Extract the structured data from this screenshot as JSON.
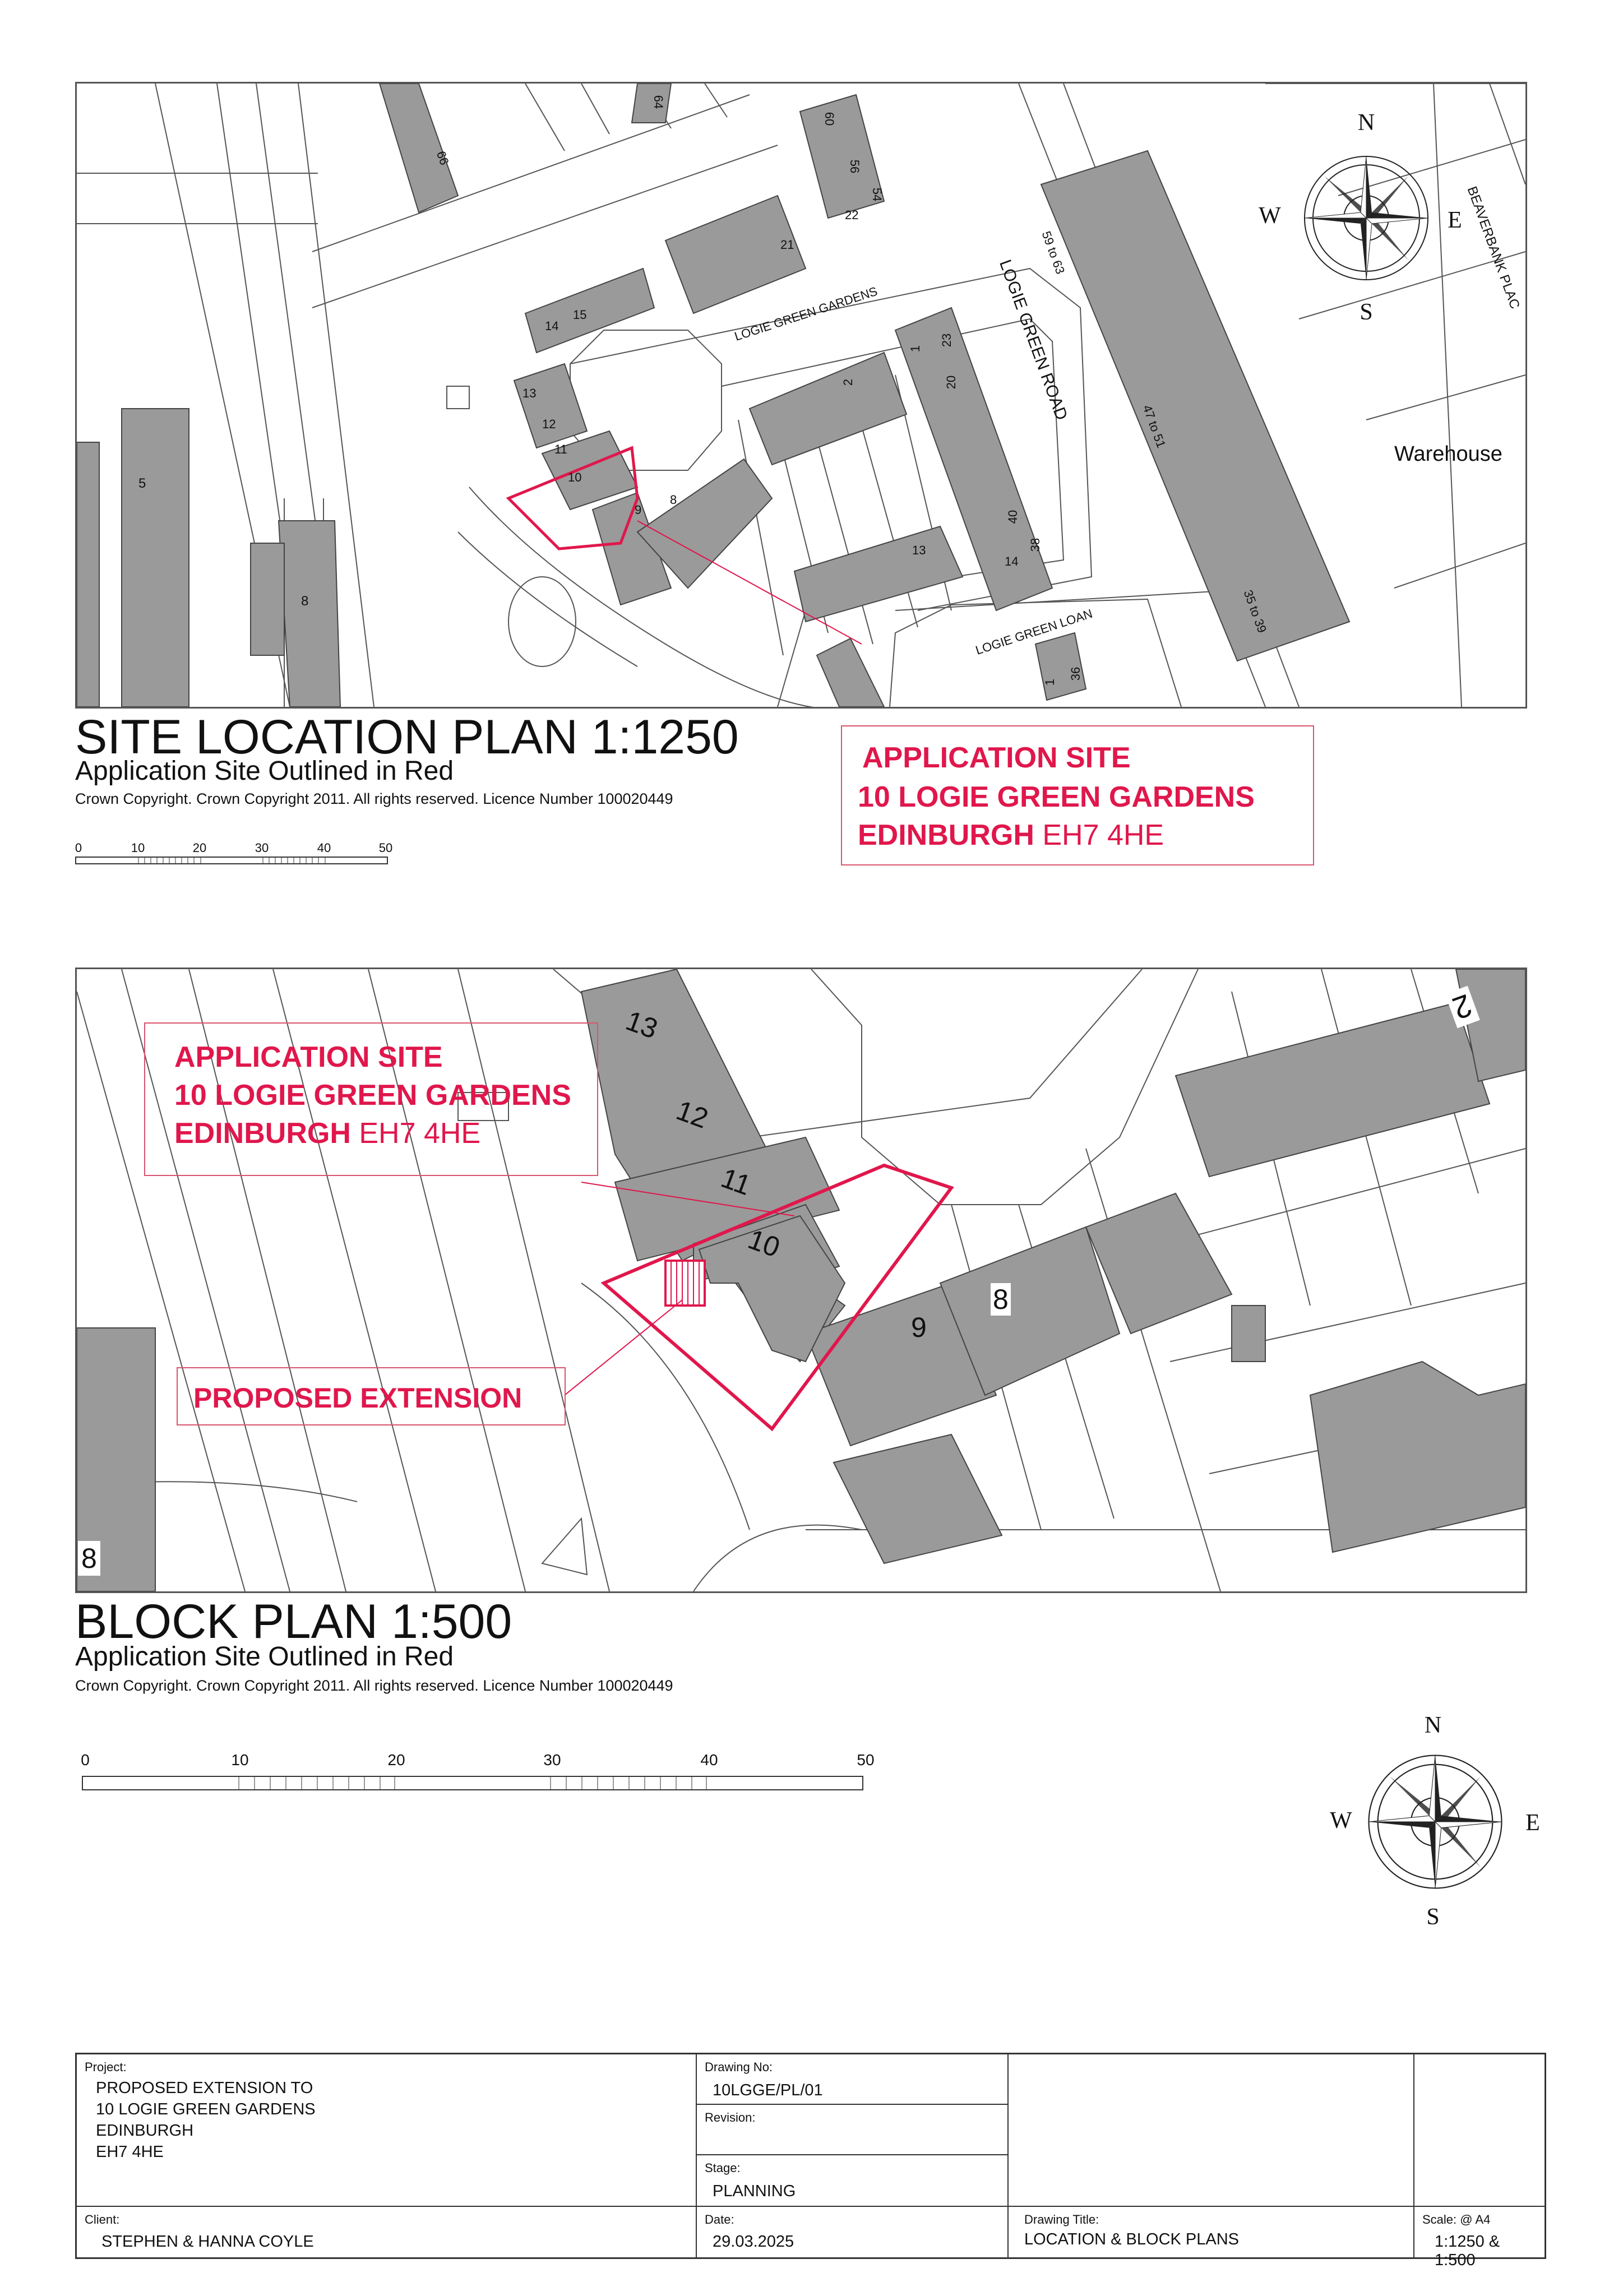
{
  "site_plan": {
    "title": "SITE LOCATION PLAN 1:1250",
    "subtitle": "Application Site Outlined in Red",
    "copyright": "Crown Copyright. Crown Copyright 2011. All rights reserved. Licence Number 100020449",
    "scale_ticks": [
      "0",
      "10",
      "20",
      "30",
      "40",
      "50"
    ],
    "callout": {
      "line1": "APPLICATION SITE",
      "line2": "10 LOGIE GREEN GARDENS",
      "line3_bold": "EDINBURGH",
      "line3_thin": "EH7 4HE"
    },
    "map_labels": {
      "logie_green_gardens": "LOGIE GREEN GARDENS",
      "logie_green_road": "LOGIE GREEN ROAD",
      "logie_green_loan": "LOGIE GREEN LOAN",
      "beaverbank_place": "BEAVERBANK PLAC",
      "warehouse": "Warehouse",
      "house_numbers": [
        "66",
        "64",
        "60",
        "56",
        "54",
        "22",
        "21",
        "14",
        "15",
        "13",
        "12",
        "11",
        "10",
        "9",
        "8",
        "5",
        "8",
        "2",
        "1",
        "23",
        "20",
        "40",
        "38",
        "14",
        "13",
        "1",
        "36",
        "59 to 63",
        "47 to 51",
        "35 to 39"
      ]
    },
    "compass": {
      "n": "N",
      "e": "E",
      "s": "S",
      "w": "W"
    }
  },
  "block_plan": {
    "title": "BLOCK PLAN 1:500",
    "subtitle": "Application Site Outlined in Red",
    "copyright": "Crown Copyright. Crown Copyright 2011. All rights reserved. Licence Number 100020449",
    "scale_ticks": [
      "0",
      "10",
      "20",
      "30",
      "40",
      "50"
    ],
    "callout": {
      "line1": "APPLICATION SITE",
      "line2": "10 LOGIE GREEN GARDENS",
      "line3_bold": "EDINBURGH",
      "line3_thin": "EH7 4HE"
    },
    "extension_label": "PROPOSED EXTENSION",
    "house_numbers": {
      "n13": "13",
      "n12": "12",
      "n11": "11",
      "n10": "10",
      "n9": "9",
      "n8": "8",
      "n2": "2",
      "n8b": "8"
    },
    "compass": {
      "n": "N",
      "e": "E",
      "s": "S",
      "w": "W"
    }
  },
  "title_block": {
    "project_label": "Project:",
    "project_lines": [
      "PROPOSED EXTENSION TO",
      "10 LOGIE GREEN GARDENS",
      "EDINBURGH",
      "EH7 4HE"
    ],
    "drawing_no_label": "Drawing No:",
    "drawing_no": "10LGGE/PL/01",
    "revision_label": "Revision:",
    "revision": "",
    "stage_label": "Stage:",
    "stage": "PLANNING",
    "client_label": "Client:",
    "client": "STEPHEN & HANNA COYLE",
    "date_label": "Date:",
    "date": "29.03.2025",
    "drawing_title_label": "Drawing Title:",
    "drawing_title": "LOCATION & BLOCK PLANS",
    "scale_label": "Scale: @ A4",
    "scale": "1:1250 & 1:500"
  },
  "colors": {
    "red": "#e0174c",
    "building": "#9a9a9a",
    "line": "#444444"
  }
}
